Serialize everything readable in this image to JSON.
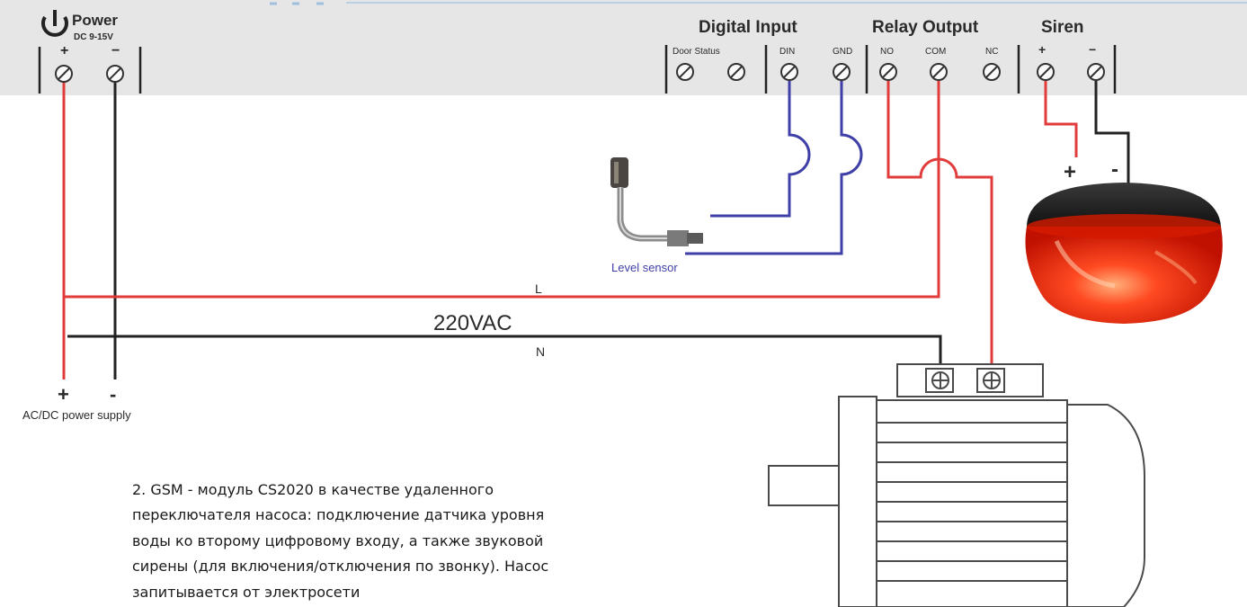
{
  "terminal_block": {
    "power": {
      "title": "Power",
      "rating": "DC 9-15V",
      "plus": "+",
      "minus": "−"
    },
    "digital_input": {
      "title": "Digital Input",
      "door_status": "Door Status",
      "din": "DIN",
      "gnd": "GND"
    },
    "relay_output": {
      "title": "Relay Output",
      "no": "NO",
      "com": "COM",
      "nc": "NC"
    },
    "siren": {
      "title": "Siren",
      "plus": "+",
      "minus": "−"
    }
  },
  "labels": {
    "level_sensor": "Level sensor",
    "voltage": "220VAC",
    "line": "L",
    "neutral": "N",
    "psu_plus": "+",
    "psu_minus": "-",
    "psu_name": "AC/DC power supply",
    "siren_plus": "+",
    "siren_minus": "-"
  },
  "caption": [
    "2. GSM - модуль CS2020 в качестве удаленного",
    "переключателя насоса: подключение датчика уровня",
    "воды ко второму цифровому входу, а также звуковой",
    "сирены (для включения/отключения по звонку). Насос",
    "запитывается от электросети"
  ],
  "colors": {
    "panel": "#e6e6e6",
    "red_wire": "#e23b3b",
    "black_wire": "#222222",
    "blue_wire": "#3f3fa8",
    "siren": "#ff3a1a"
  }
}
